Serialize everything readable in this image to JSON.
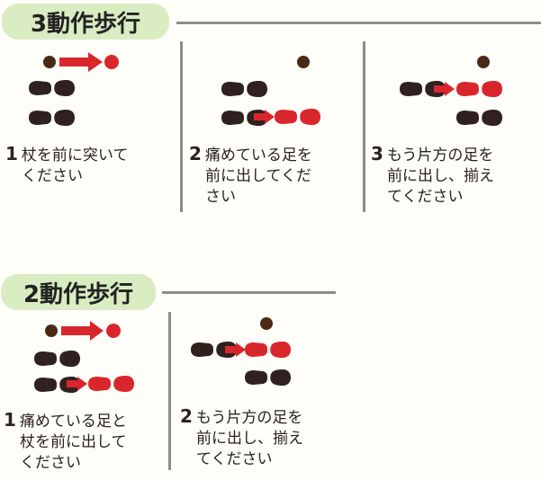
{
  "section_3": {
    "title": "3動作歩行",
    "steps": [
      {
        "num": "1",
        "line1": "杖を前に突いて",
        "line2": "ください",
        "line3": ""
      },
      {
        "num": "2",
        "line1": "痛めている足を",
        "line2": "前に出してくだ",
        "line3": "さい"
      },
      {
        "num": "3",
        "line1": "もう片方の足を",
        "line2": "前に出し、揃え",
        "line3": "てください"
      }
    ]
  },
  "section_2": {
    "title": "2動作歩行",
    "steps": [
      {
        "num": "1",
        "line1": "痛めている足と",
        "line2": "杖を前に出して",
        "line3": "ください"
      },
      {
        "num": "2",
        "line1": "もう片方の足を",
        "line2": "前に出し、揃え",
        "line3": "てください"
      }
    ]
  },
  "colors": {
    "pill": "#d9ecc2",
    "healthy_foot": "#2f211d",
    "injured_foot": "#d9262c",
    "cane_dot": "#4a2a17",
    "arrow": "#d9262c",
    "divider": "#8c8c8c"
  }
}
